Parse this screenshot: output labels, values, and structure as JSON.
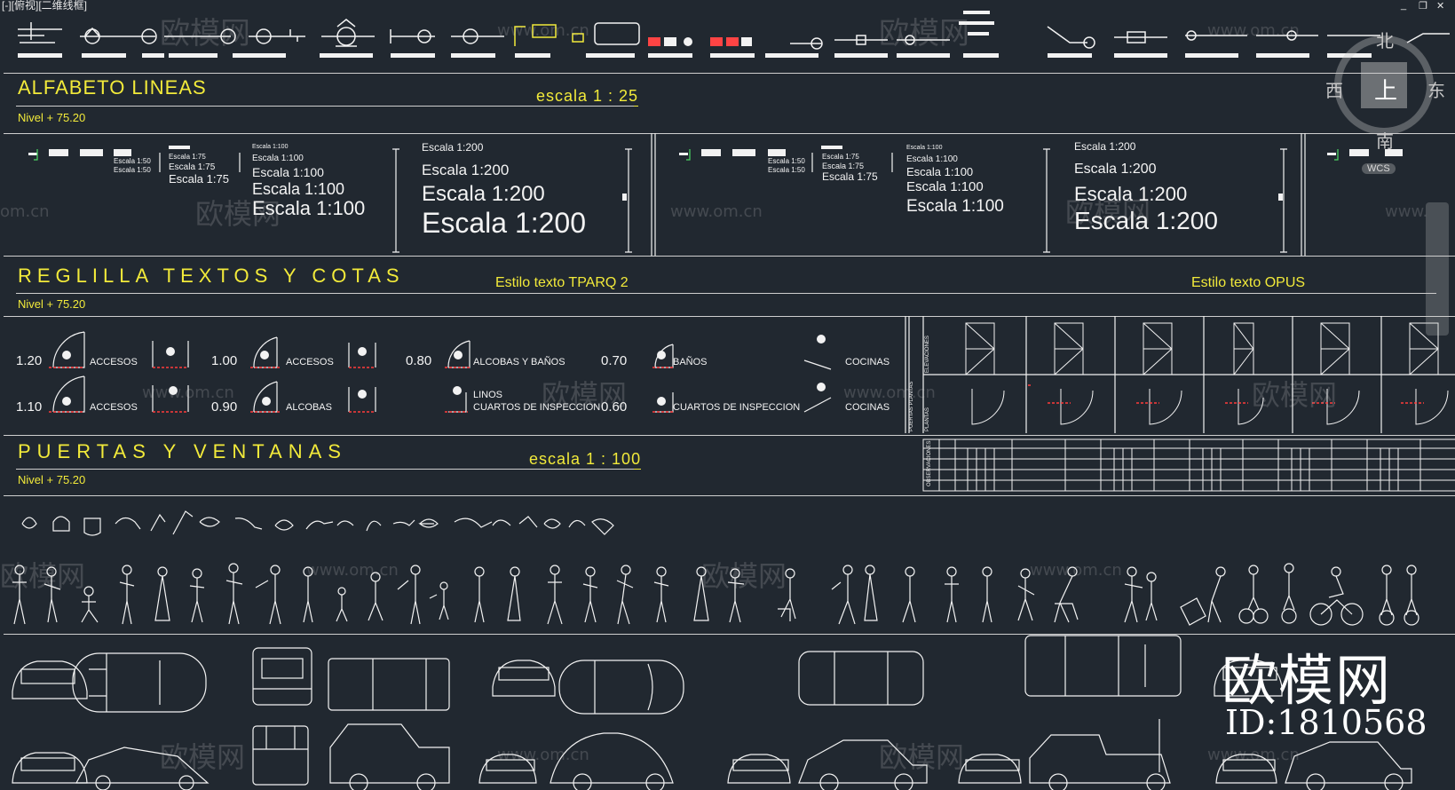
{
  "viewport": {
    "title": "[-][俯视][二维线框]",
    "window_controls": {
      "minimize": "_",
      "restore": "❐",
      "close": "✕"
    }
  },
  "sections": {
    "lines": {
      "title": "ALFABETO LINEAS",
      "scale": "escala 1 : 25",
      "level": "Nivel + 75.20"
    },
    "texts": {
      "title": "REGLILLA TEXTOS Y COTAS",
      "style_a": "Estilo texto TPARQ 2",
      "style_b": "Estilo texto OPUS",
      "level": "Nivel + 75.20"
    },
    "doors": {
      "title": "PUERTAS Y VENTANAS",
      "scale": "escala 1 : 100",
      "level": "Nivel + 75.20"
    }
  },
  "text_grid": {
    "tiny_a": "Escala 1:50",
    "tiny_b": "Escala 1:50",
    "small_75a": "Escala 1:75",
    "small_75b": "Escala 1:75",
    "big_75": "Escala 1:75",
    "s100_1": "Escala 1:100",
    "s100_2": "Escala 1:100",
    "s100_3": "Escala 1:100",
    "s100_4": "Escala 1:100",
    "s200_1": "Escala 1:200",
    "s200_2": "Escala 1:200",
    "s200_3": "Escala 1:200",
    "s200_4": "Escala 1:200"
  },
  "doors_grid": {
    "row1": [
      {
        "width": "1.20",
        "label": "ACCESOS"
      },
      {
        "width": "1.00",
        "label": "ACCESOS"
      },
      {
        "width": "0.80",
        "label": "ALCOBAS Y BAÑOS"
      },
      {
        "width": "0.70",
        "label": "BAÑOS"
      },
      {
        "width": "",
        "label": "COCINAS"
      }
    ],
    "row2": [
      {
        "width": "1.10",
        "label": "ACCESOS"
      },
      {
        "width": "0.90",
        "label": "ALCOBAS"
      },
      {
        "width": "",
        "label": "LINOS"
      },
      {
        "width": "0.60",
        "label": "CUARTOS DE INSPECCION"
      },
      {
        "width": "",
        "label": "COCINAS"
      }
    ],
    "row2_extra": "CUARTOS DE INSPECCION",
    "side_labels": [
      "ELEVACIONES",
      "PUERTAS PLANTAS",
      "PLANTAS",
      "OBSERVACIONES"
    ]
  },
  "compass": {
    "north": "北",
    "south": "南",
    "east": "东",
    "west": "西",
    "center": "上",
    "wcs": "WCS"
  },
  "watermarks": {
    "site": "www.om.cn",
    "brand": "欧模网",
    "partial": "om.cn",
    "partial2": "www."
  },
  "branding": {
    "logo": "欧模网",
    "id": "ID:1810568"
  }
}
